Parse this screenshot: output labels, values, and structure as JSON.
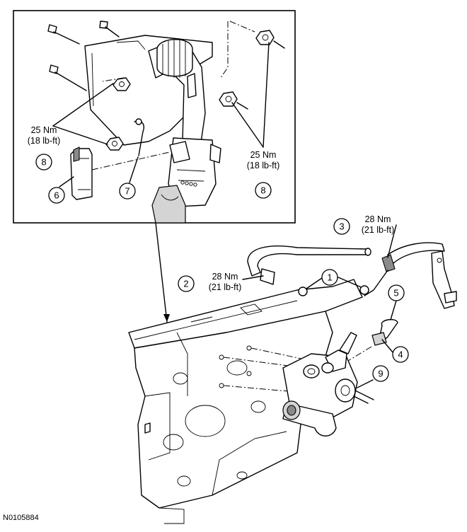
{
  "figure_id": "N0105884",
  "callouts": [
    {
      "num": "1"
    },
    {
      "num": "2"
    },
    {
      "num": "3"
    },
    {
      "num": "4"
    },
    {
      "num": "5"
    },
    {
      "num": "6"
    },
    {
      "num": "7"
    },
    {
      "num": "8"
    },
    {
      "num": "8"
    },
    {
      "num": "9"
    }
  ],
  "torque_specs": [
    {
      "nm": "25 Nm",
      "lbft": "(18 lb-ft)"
    },
    {
      "nm": "25 Nm",
      "lbft": "(18 lb-ft)"
    },
    {
      "nm": "28 Nm",
      "lbft": "(21 lb-ft)"
    },
    {
      "nm": "28 Nm",
      "lbft": "(21 lb-ft)"
    }
  ]
}
